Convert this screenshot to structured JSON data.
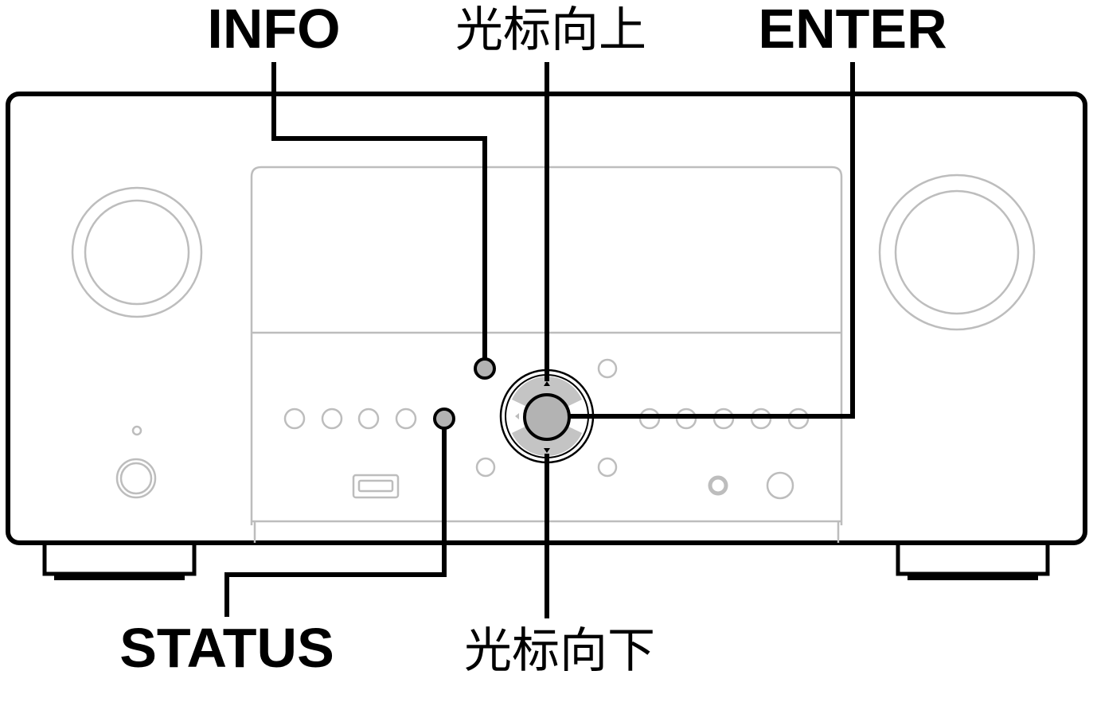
{
  "labels": {
    "info": "INFO",
    "cursor_up": "光标向上",
    "enter": "ENTER",
    "status": "STATUS",
    "cursor_down": "光标向下"
  },
  "colors": {
    "outline": "#000000",
    "faded_panel": "#bdbdbd",
    "highlighted_button": "#b3b3b3",
    "background": "#ffffff"
  }
}
